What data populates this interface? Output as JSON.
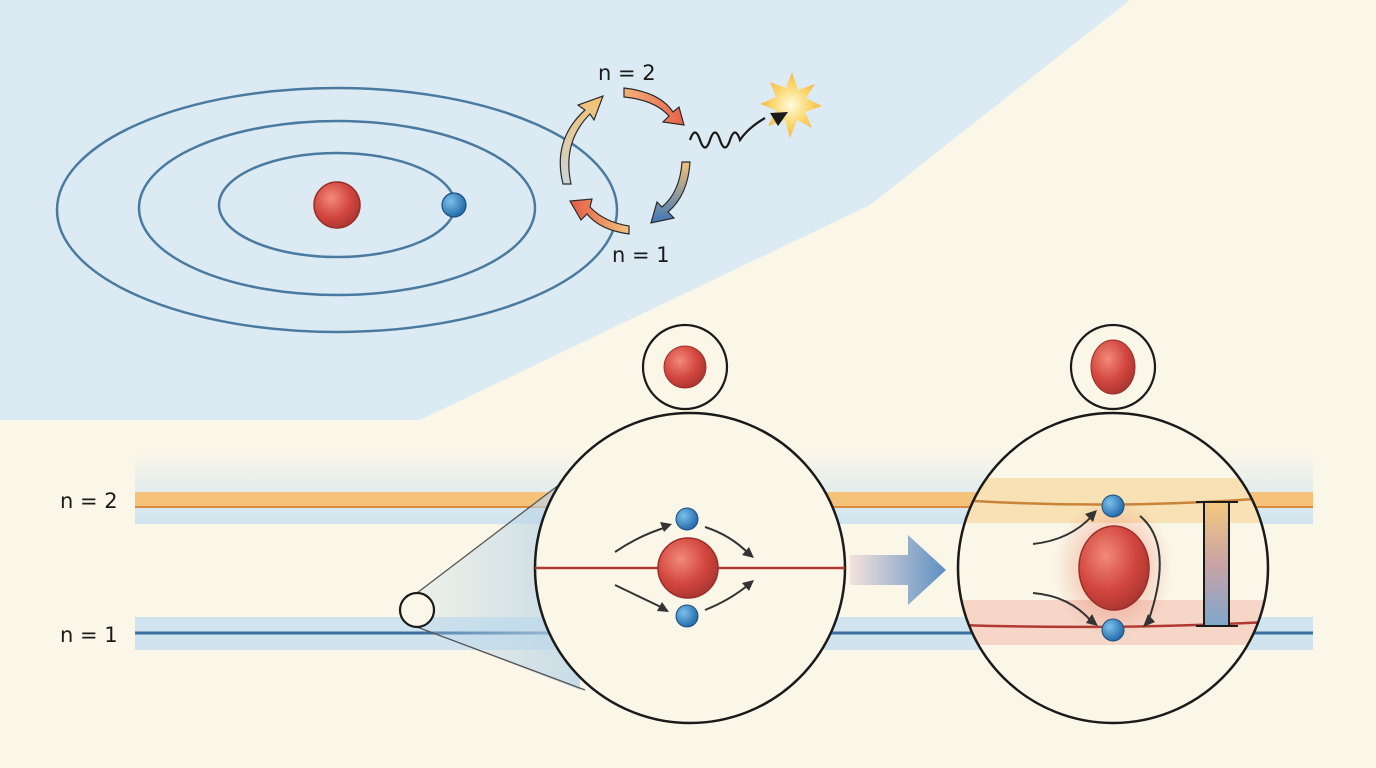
{
  "labels": {
    "cycle_upper": "n = 2",
    "cycle_lower": "n = 1",
    "level_upper": "n = 2",
    "level_lower": "n = 1"
  },
  "colors": {
    "background": "#faf7e8",
    "blue_region": "#dcebf3",
    "orbit": "#4a7aa0",
    "nucleus": "#d2463e",
    "electron": "#2f7fc0",
    "upper_level": "#f2b866",
    "lower_level": "#3d6fa0"
  }
}
